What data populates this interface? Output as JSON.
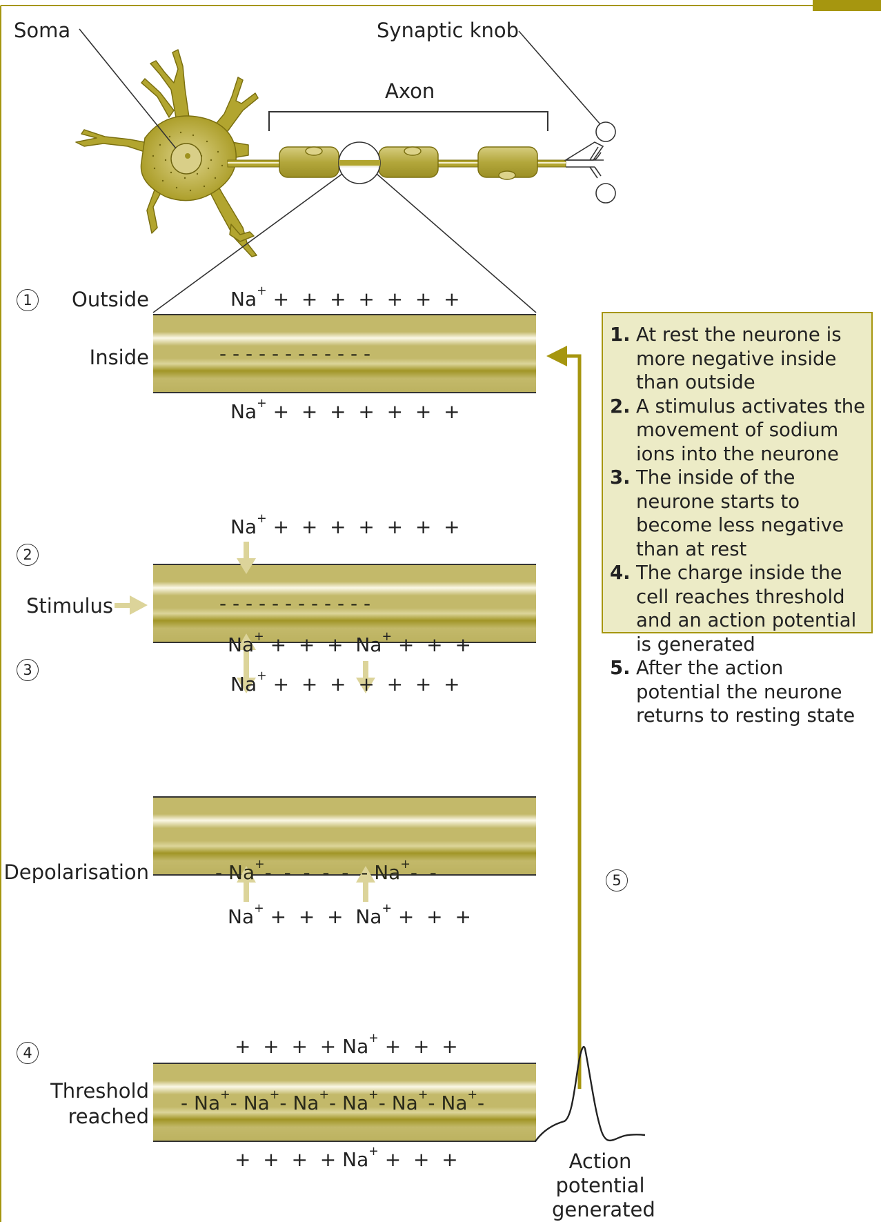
{
  "labels": {
    "soma": "Soma",
    "synaptic_knob": "Synaptic knob",
    "axon": "Axon",
    "outside": "Outside",
    "inside": "Inside",
    "stimulus": "Stimulus",
    "depolarisation": "Depolarisation",
    "threshold_line1": "Threshold",
    "threshold_line2": "reached",
    "ap_line1": "Action",
    "ap_line2": "potential",
    "ap_line3": "generated"
  },
  "steps": [
    "1",
    "2",
    "3",
    "4",
    "5"
  ],
  "charges": {
    "s1_top": "+  +  +  +  +  +  +",
    "s1_in": "- - - - - - - - - - - -",
    "s1_bottom": "+  +  +  +  +  +  +",
    "s2_top": "+  +  +  +  +  +  +",
    "s2_in": "- - - - - - - - - - - -",
    "s2_bottom": "+  +  +  +  +  +  +",
    "s3_top_a": "+  +  +",
    "s3_top_b": "+  +  +",
    "s3_in_a": "-",
    "s3_in_b": "-  -  -  -  -  -",
    "s3_in_c": "-  -",
    "s3_bottom_a": "+  +  +",
    "s3_bottom_b": "+  +  +",
    "s4_top_a": "+  +  +  +",
    "s4_top_b": "+  +  +",
    "s4_in": "-",
    "s4_bottom_a": "+  +  +  +",
    "s4_bottom_b": "+  +  +"
  },
  "ion": {
    "na": "Na",
    "plus": "+"
  },
  "info_box": {
    "items": [
      {
        "num": "1.",
        "text": "At rest the neurone is more negative inside than outside"
      },
      {
        "num": "2.",
        "text": "A stimulus activates the movement of sodium ions into the neurone"
      },
      {
        "num": "3.",
        "text": "The inside of the neurone starts to become less negative than at rest"
      },
      {
        "num": "4.",
        "text": "The charge inside the cell reaches threshold and an action potential is generated"
      },
      {
        "num": "5.",
        "text": "After the action potential the neurone returns to resting state"
      }
    ]
  },
  "colors": {
    "olive": "#a6960f",
    "membrane": "#bdb35c",
    "pale_arrow": "#dcd49a",
    "box": "#ecebc6"
  }
}
